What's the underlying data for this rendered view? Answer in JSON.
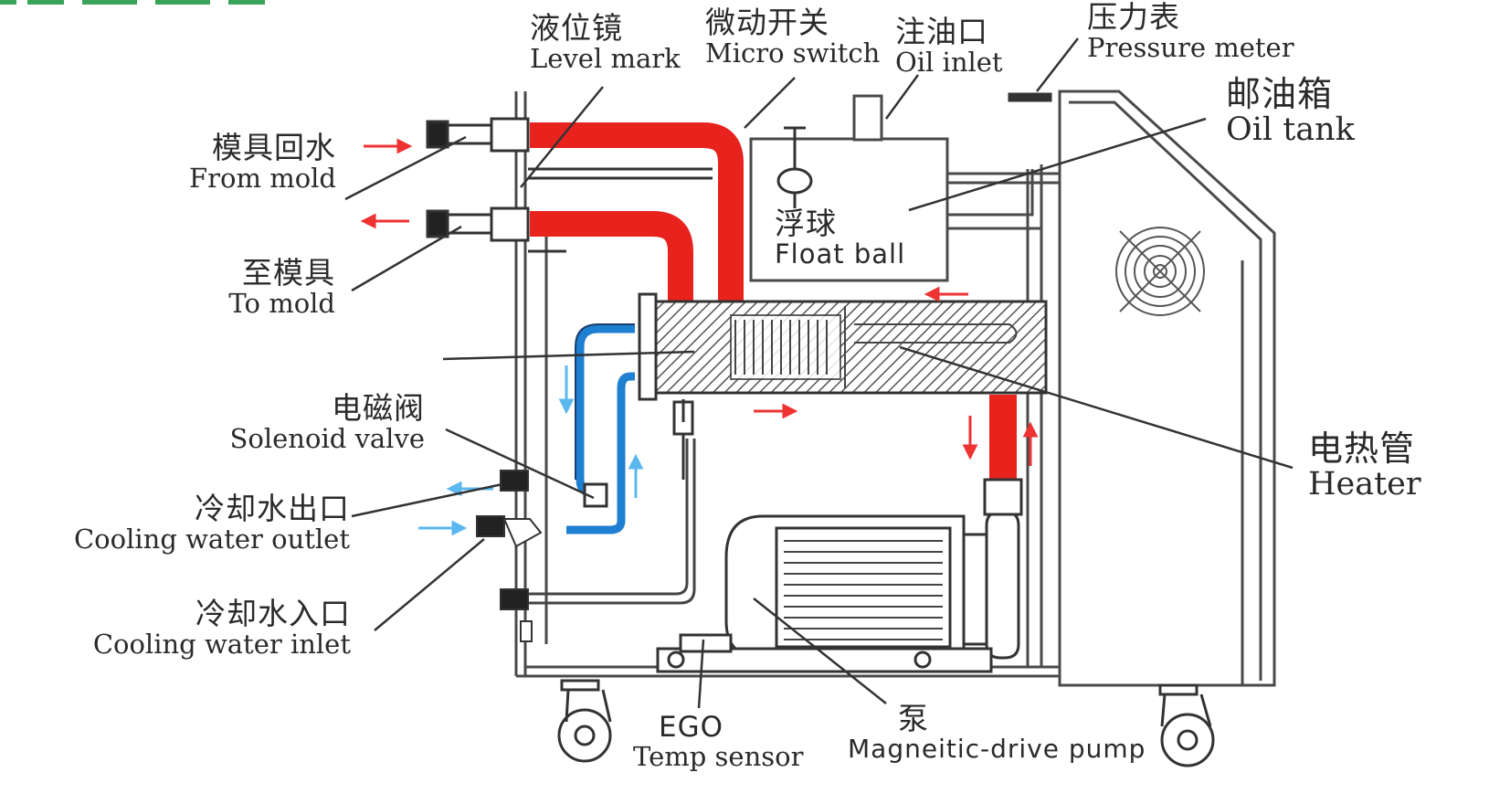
{
  "labels": {
    "level_mark": {
      "zh": "液位镜",
      "en": "Level mark"
    },
    "micro_switch": {
      "zh": "微动开关",
      "en": "Micro switch"
    },
    "oil_inlet": {
      "zh": "注油口",
      "en": "Oil inlet"
    },
    "pressure_meter": {
      "zh": "压力表",
      "en": "Pressure meter"
    },
    "oil_tank": {
      "zh": "邮油箱",
      "en": "Oil tank"
    },
    "from_mold": {
      "zh": "模具回水",
      "en": "From mold"
    },
    "to_mold": {
      "zh": "至模具",
      "en": "To mold"
    },
    "float_ball": {
      "zh": "浮球",
      "en": "Float ball"
    },
    "solenoid_valve": {
      "zh": "电磁阀",
      "en": "Solenoid valve"
    },
    "cooling_outlet": {
      "zh": "冷却水出口",
      "en": "Cooling water outlet"
    },
    "cooling_inlet": {
      "zh": "冷却水入口",
      "en": "Cooling water inlet"
    },
    "heater": {
      "zh": "电热管",
      "en": "Heater"
    },
    "temp_sensor": {
      "zh": "EGO",
      "en": "Temp sensor"
    },
    "pump": {
      "zh": "泵",
      "en": "Magneitic-drive pump"
    }
  },
  "colors": {
    "hot_oil": "#e8231d",
    "cold_water": "#1f7fd0",
    "flow_arrow_red": "#ee3333",
    "flow_arrow_blue": "#5bb8ee",
    "line": "#333333",
    "frame": "#4a4a4a"
  }
}
